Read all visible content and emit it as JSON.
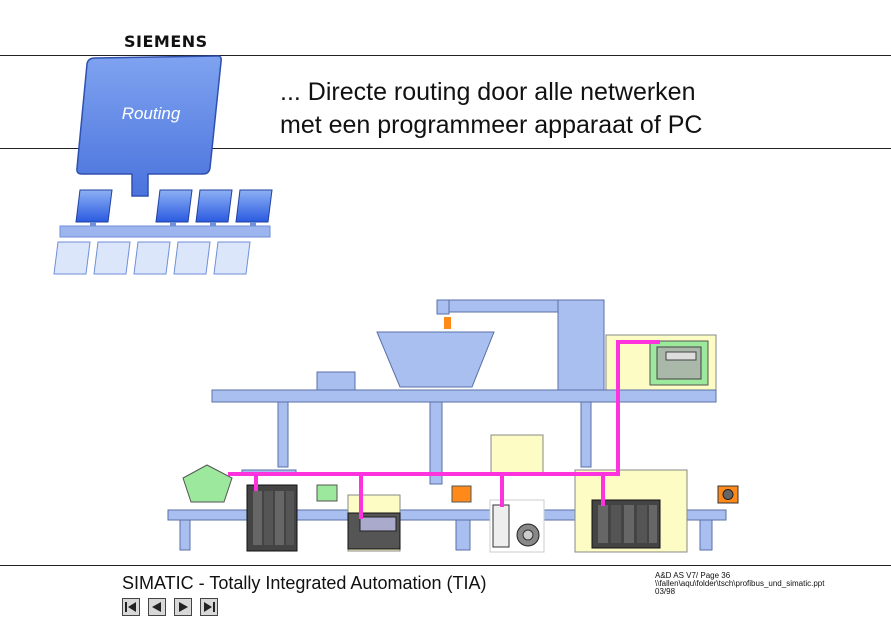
{
  "header": {
    "brand": "SIEMENS",
    "section_tag": "Routing",
    "headline": "... Directe routing door alle netwerken\nmet een programmeer apparaat of PC"
  },
  "footer": {
    "title": "SIMATIC - Totally Integrated Automation (TIA)",
    "meta": "A&D AS V7/  Page 36\n\\\\fallen\\aqu\\folder\\tsch\\profibus_und_simatic.ppt\n03/98"
  },
  "navigation": {
    "buttons": [
      "first",
      "previous",
      "next",
      "last"
    ]
  },
  "colors": {
    "network_blue": "#2255dd",
    "light_blue": "#9db5ee",
    "plant_blue": "#a9bff0",
    "bus_magenta": "#ff33dd",
    "pale_yellow": "#fdfcc4",
    "green_module": "#9ce89c",
    "orange": "#ff8a1a"
  }
}
